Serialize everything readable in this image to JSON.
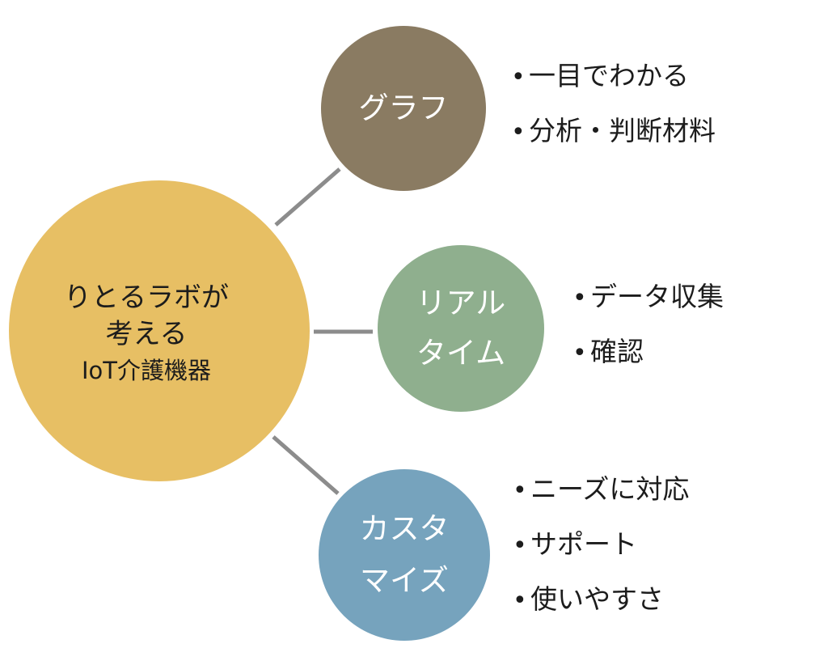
{
  "center": {
    "lines": [
      "りとるラボが",
      "考える",
      "IoT介護機器"
    ]
  },
  "nodes": [
    {
      "id": "graph",
      "lines": [
        "グラフ"
      ],
      "color": "#8a7b62",
      "bullets": [
        "一目でわかる",
        "分析・判断材料"
      ]
    },
    {
      "id": "realtime",
      "lines": [
        "リアル",
        "タイム"
      ],
      "color": "#8faf8e",
      "bullets": [
        "データ収集",
        "確認"
      ]
    },
    {
      "id": "custom",
      "lines": [
        "カスタ",
        "マイズ"
      ],
      "color": "#76a3bd",
      "bullets": [
        "ニーズに対応",
        "サポート",
        "使いやすさ"
      ]
    }
  ],
  "colors": {
    "center": "#e7bf64",
    "connector": "#8c8c8c",
    "text_light": "#ffffff",
    "text_dark": "#1c1c1c"
  }
}
